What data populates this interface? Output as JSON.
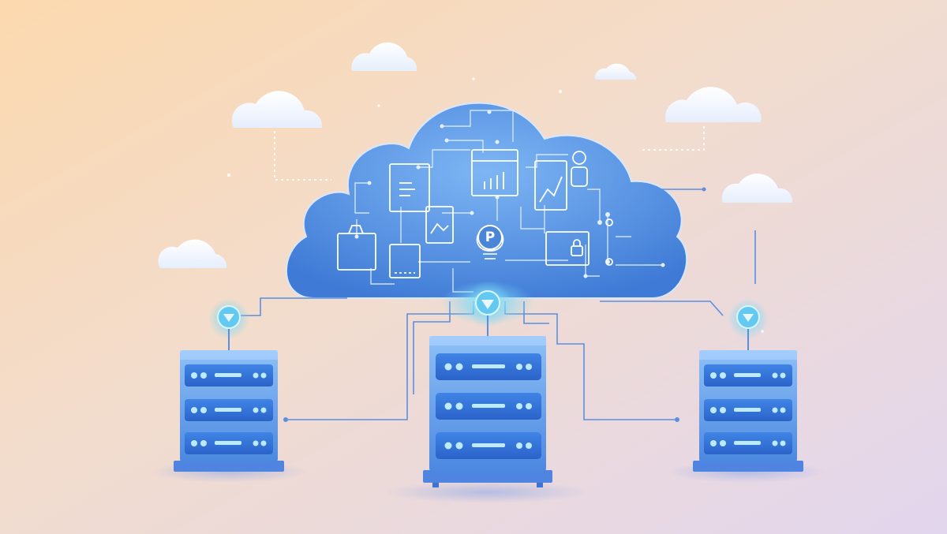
{
  "scene": {
    "description_free": true,
    "colors": {
      "background_start": "#fbe1c4",
      "background_end": "#e9dcf0",
      "cloud_fill": "#4a86d8",
      "cloud_fill_light": "#6aa6ee",
      "cloud_outline": "#cfe2ff",
      "server_body": "#6fa8f0",
      "server_dark": "#3d74d1",
      "server_slot": "#2f6fd6",
      "node_glow": "#7ed9f5",
      "line_color": "#5a8fe0",
      "small_cloud": "#ffffff"
    }
  },
  "central_cloud": {
    "label": "P",
    "icons": [
      "document-icon",
      "bar-chart-icon",
      "line-chart-icon",
      "user-icon",
      "image-icon",
      "folder-icon",
      "cloud-upload-icon",
      "lock-icon",
      "lightbulb-icon",
      "network-node-icon"
    ]
  },
  "servers": [
    {
      "name": "left-server",
      "node_icon": "gem-node-icon"
    },
    {
      "name": "center-server",
      "node_icon": "gem-node-icon"
    },
    {
      "name": "right-server",
      "node_icon": "gem-node-icon"
    }
  ]
}
